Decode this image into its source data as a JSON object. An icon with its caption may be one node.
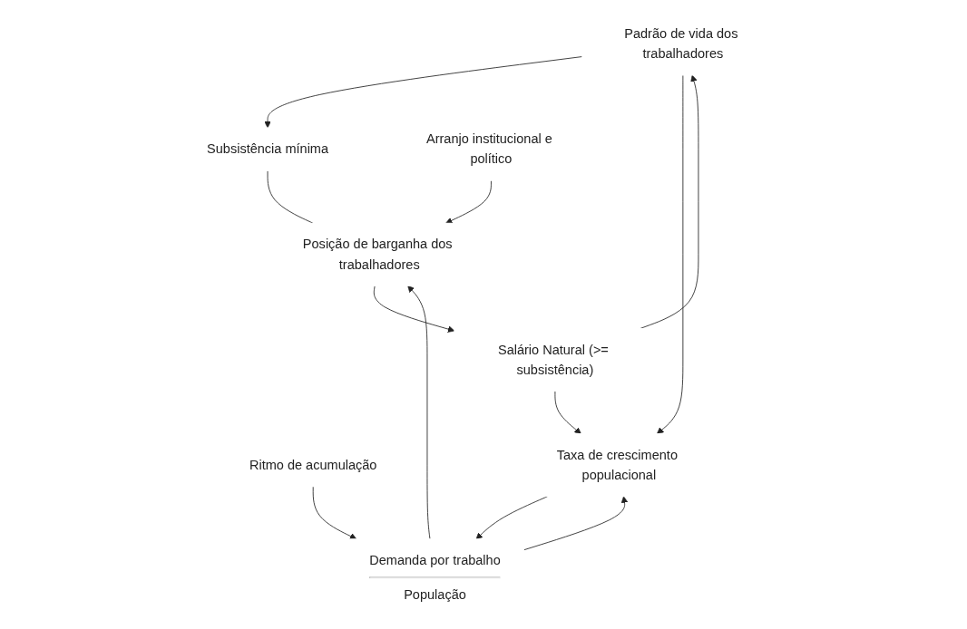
{
  "diagram": {
    "nodes": [
      {
        "text": [
          "Padrão de vida dos trabalhadores"
        ]
      },
      {
        "text": [
          "Subsistência mínima"
        ]
      },
      {
        "text": [
          "Ritmo de acumulação"
        ]
      },
      {
        "text": [
          "Arranjo institucional e político"
        ]
      },
      {
        "text": [
          "Posição de barganha dos trabalhadores"
        ]
      },
      {
        "text": [
          "Demanda por trabalho",
          "População"
        ]
      },
      {
        "text": [
          "Salário Natural (>= subsistência)"
        ]
      },
      {
        "text": [
          "Taxa de crescimento populacional"
        ]
      }
    ],
    "edges": [
      {
        "from": 0,
        "to": 1,
        "arrow": "to"
      },
      {
        "from": 1,
        "to": 4,
        "arrow": "none"
      },
      {
        "from": 3,
        "to": 4,
        "arrow": "to"
      },
      {
        "from": 5,
        "to": 4,
        "arrow": "to"
      },
      {
        "from": 4,
        "to": 6,
        "arrow": "to"
      },
      {
        "from": 6,
        "to": 7,
        "arrow": "to"
      },
      {
        "from": 6,
        "to": 0,
        "arrow": "to"
      },
      {
        "from": 0,
        "to": 7,
        "arrow": "to"
      },
      {
        "from": 2,
        "to": 5,
        "arrow": "to"
      },
      {
        "from": 5,
        "to": 7,
        "arrow": "to"
      },
      {
        "from": 7,
        "to": 5,
        "arrow": "to"
      }
    ]
  }
}
